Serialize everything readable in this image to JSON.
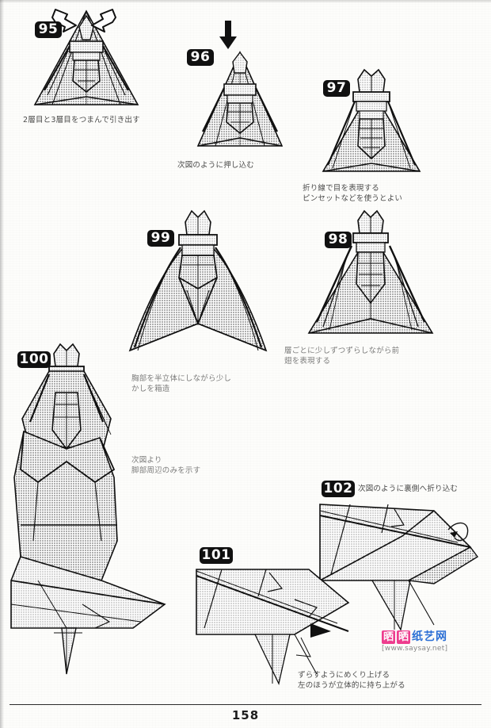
{
  "page": {
    "number": "158",
    "title": "Origami cicada folding diagram",
    "background_color": "#fdfdfb",
    "ink_color": "#111111"
  },
  "steps": [
    {
      "id": "step-95",
      "number": "95",
      "caption": "2層目と3層目をつまんで引き出す",
      "caption_lines": [
        "2層目と3層目をつまんで引き出す"
      ],
      "arrows": [
        "hollow-arrow-up-left",
        "hollow-arrow-up-right"
      ],
      "figure": "cicada-front-wings-spread"
    },
    {
      "id": "step-96",
      "number": "96",
      "caption": "次図のように押し込む",
      "caption_lines": [
        "次図のように押し込む"
      ],
      "arrows": [
        "solid-arrow-down"
      ],
      "figure": "cicada-head-pushed-in"
    },
    {
      "id": "step-97",
      "number": "97",
      "caption": "折り線で目を表現する\nピンセットなどを使うとよい",
      "caption_lines": [
        "折り線で目を表現する",
        "ピンセットなどを使うとよい"
      ],
      "arrows": [],
      "figure": "cicada-eyes-formed"
    },
    {
      "id": "step-98",
      "number": "98",
      "caption": "層ごとに少しずつずらしながら前\n翅を表現する",
      "caption_lines": [
        "層ごとに少しずつずらしながら前",
        "翅を表現する"
      ],
      "arrows": [],
      "figure": "cicada-layered-wings"
    },
    {
      "id": "step-99",
      "number": "99",
      "caption": "胸部を半立体にしながら少し\nかしを箱造",
      "caption_lines": [
        "胸部を半立体にしながら少し",
        "かしを箱造"
      ],
      "arrows": [],
      "figure": "cicada-thorax-3d"
    },
    {
      "id": "step-100",
      "number": "100",
      "caption": "次図より\n脚部周辺のみを示す",
      "caption_lines": [
        "次図より",
        "脚部周辺のみを示す"
      ],
      "arrows": [],
      "figure": "cicada-full-body-legs"
    },
    {
      "id": "step-101",
      "number": "101",
      "caption": "ずらすようにめくり上げる\n左のほうが立体的に持ち上がる",
      "caption_lines": [
        "ずらすようにめくり上げる",
        "左のほうが立体的に持ち上がる"
      ],
      "arrows": [
        "solid-arrow-right"
      ],
      "figure": "leg-area-detail-flat"
    },
    {
      "id": "step-102",
      "number": "102",
      "caption": "次図のように裏側へ折り込む",
      "caption_lines": [
        "次図のように裏側へ折り込む"
      ],
      "arrows": [
        "curved-fold-arrow"
      ],
      "figure": "leg-area-folded-back"
    }
  ],
  "watermark": {
    "box_1": "晒",
    "box_2": "晒",
    "text_cn": "纸艺网",
    "url": "[www.saysay.net]",
    "box_color": "#ef3d8f",
    "text_color": "#2b6fd6"
  }
}
